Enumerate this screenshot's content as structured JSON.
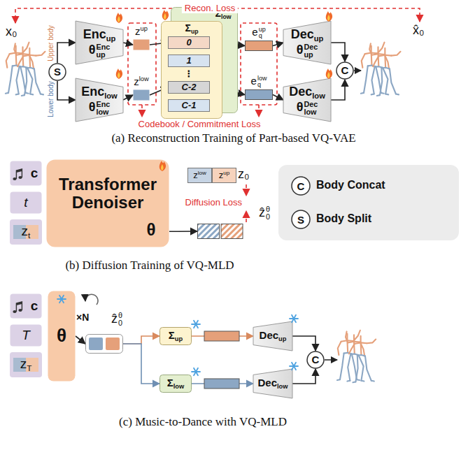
{
  "diagram": {
    "nodes": [
      {
        "text": [
          "Enc",
          "up",
          "θ",
          "Enc",
          "up"
        ]
      },
      {
        "text": [
          "Enc",
          "low",
          "θ",
          "Enc",
          "low"
        ]
      },
      {
        "text": [
          "S"
        ]
      },
      {
        "text": [
          "z",
          "up"
        ]
      },
      {
        "text": [
          "z",
          "low"
        ]
      },
      {
        "text": [
          "Σ",
          "low"
        ]
      },
      {
        "text": [
          "Σ",
          "up"
        ]
      },
      {
        "text": [
          "0"
        ],
        "in": 6
      },
      {
        "text": [
          "1"
        ],
        "in": 6
      },
      {
        "text": [
          "⋮"
        ],
        "in": 6
      },
      {
        "text": [
          "C-2"
        ],
        "in": 6
      },
      {
        "text": [
          "C-1"
        ],
        "in": 6
      },
      {
        "text": [
          "e",
          "q",
          "up"
        ]
      },
      {
        "text": [
          "e",
          "q",
          "low"
        ]
      },
      {
        "text": [
          "Dec",
          "up",
          "θ",
          "Dec",
          "up"
        ]
      },
      {
        "text": [
          "Dec",
          "low",
          "θ",
          "Dec",
          "low"
        ]
      },
      {
        "text": [
          "C"
        ]
      },
      {
        "text": [
          "c"
        ]
      },
      {
        "text": [
          "t"
        ]
      },
      {
        "text": [
          "z",
          "t"
        ]
      },
      {
        "text": [
          "Transformer Denoiser",
          "θ"
        ]
      },
      {
        "text": [
          "z",
          "low"
        ]
      },
      {
        "text": [
          "z",
          "up"
        ]
      },
      {
        "text": [
          "ẑ",
          "θ",
          "0"
        ]
      },
      {
        "text": [
          "c"
        ]
      },
      {
        "text": [
          "T"
        ]
      },
      {
        "text": [
          "z",
          "T"
        ]
      },
      {
        "text": [
          "θ"
        ]
      },
      {
        "text": [
          "ẑ",
          "θ",
          "0"
        ]
      },
      {
        "text": [
          "Σ",
          "up"
        ]
      },
      {
        "text": [
          "Σ",
          "low"
        ]
      },
      {
        "text": [
          "Dec",
          "up"
        ]
      },
      {
        "text": [
          "Dec",
          "low"
        ]
      },
      {
        "text": [
          "C"
        ]
      }
    ],
    "edges": [
      {
        "from": 2,
        "to": 0,
        "arrow": "to"
      },
      {
        "from": 2,
        "to": 1,
        "arrow": "to"
      },
      {
        "from": 0,
        "to": 3,
        "arrow": "to"
      },
      {
        "from": 1,
        "to": 4,
        "arrow": "to"
      },
      {
        "from": 3,
        "to": 7,
        "arrow": "to"
      },
      {
        "from": 4,
        "to": 10,
        "arrow": "to"
      },
      {
        "from": 7,
        "to": 12,
        "arrow": "to"
      },
      {
        "from": 10,
        "to": 13,
        "arrow": "to"
      },
      {
        "from": 12,
        "to": 14,
        "arrow": "to"
      },
      {
        "from": 13,
        "to": 15,
        "arrow": "to"
      },
      {
        "from": 14,
        "to": 16,
        "arrow": "to"
      },
      {
        "from": 15,
        "to": 16,
        "arrow": "to"
      },
      {
        "from": 20,
        "to": 23,
        "arrow": "to"
      },
      {
        "from": 27,
        "to": 28,
        "arrow": "to"
      },
      {
        "from": 28,
        "to": 29,
        "arrow": "to"
      },
      {
        "from": 28,
        "to": 30,
        "arrow": "to"
      },
      {
        "from": 29,
        "to": 31,
        "arrow": "to"
      },
      {
        "from": 30,
        "to": 32,
        "arrow": "to"
      },
      {
        "from": 31,
        "to": 33,
        "arrow": "to"
      },
      {
        "from": 32,
        "to": 33,
        "arrow": "to"
      }
    ],
    "labels": [
      "Recon. Loss",
      "x₀",
      "Upper body",
      "Lower body",
      "Codebook / Commitment Loss",
      "x̂₀",
      "(a) Reconstruction Training of Part-based VQ-VAE",
      "z₀",
      "Diffusion Loss",
      "C",
      "S",
      "(b) Diffusion Training of VQ-MLD",
      "×N",
      "(c) Music-to-Dance with VQ-MLD"
    ],
    "legend": [
      {
        "text": "Body Concat"
      },
      {
        "text": "Body Split"
      }
    ]
  }
}
